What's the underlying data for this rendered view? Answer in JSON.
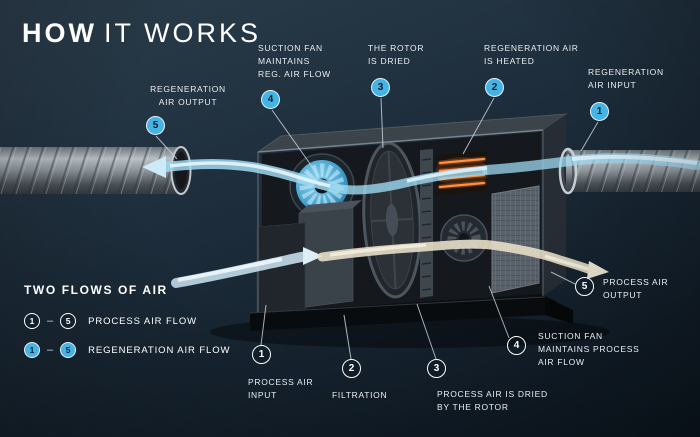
{
  "title": {
    "bold": "HOW",
    "light": "IT WORKS"
  },
  "colors": {
    "regeneration_blue": "#45b4e4",
    "process_white": "#ffffff",
    "heater_orange": "#ff9142",
    "background_navy": "#16222e"
  },
  "legend": {
    "title": "TWO FLOWS OF AIR",
    "separator": "–",
    "rows": [
      {
        "start": "1",
        "end": "5",
        "label": "PROCESS AIR FLOW",
        "flow": "process"
      },
      {
        "start": "1",
        "end": "5",
        "label": "REGENERATION AIR FLOW",
        "flow": "regeneration"
      }
    ]
  },
  "callouts": [
    {
      "num": "5",
      "label": "REGENERATION\nAIR OUTPUT",
      "flow": "regeneration"
    },
    {
      "num": "4",
      "label": "SUCTION FAN\nMAINTAINS\nREG. AIR FLOW",
      "flow": "regeneration"
    },
    {
      "num": "3",
      "label": "THE ROTOR\nIS DRIED",
      "flow": "regeneration"
    },
    {
      "num": "2",
      "label": "REGENERATION AIR\nIS HEATED",
      "flow": "regeneration"
    },
    {
      "num": "1",
      "label": "REGENERATION\nAIR INPUT",
      "flow": "regeneration"
    },
    {
      "num": "1",
      "label": "PROCESS AIR\nINPUT",
      "flow": "process"
    },
    {
      "num": "2",
      "label": "FILTRATION",
      "flow": "process"
    },
    {
      "num": "3",
      "label": "PROCESS AIR IS DRIED\nBY THE ROTOR",
      "flow": "process"
    },
    {
      "num": "4",
      "label": "SUCTION FAN\nMAINTAINS PROCESS\nAIR FLOW",
      "flow": "process"
    },
    {
      "num": "5",
      "label": "PROCESS AIR\nOUTPUT",
      "flow": "process"
    }
  ]
}
